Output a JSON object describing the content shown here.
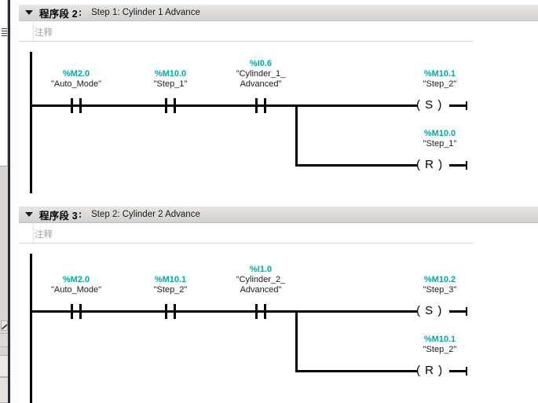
{
  "app": {
    "comment_placeholder": "注释",
    "accent_address_color": "#00a8a8",
    "header_bg_color": "#dddbd9"
  },
  "gutter": {
    "menu_icon": "hamburger-icon",
    "tool_icon": "diagonal-line-icon"
  },
  "networks": [
    {
      "id": "network-2",
      "label": "程序段 2",
      "colon": ":",
      "title": "Step 1: Cylinder 1 Advance",
      "comment": "注释",
      "toggle_icon": "chevron-down-icon",
      "contacts": [
        {
          "address": "%M2.0",
          "symbol": "\"Auto_Mode\"",
          "symbol2": "",
          "type": "NO"
        },
        {
          "address": "%M10.0",
          "symbol": "\"Step_1\"",
          "symbol2": "",
          "type": "NO"
        },
        {
          "address": "%I0.6",
          "symbol": "\"Cylinder_1_",
          "symbol2": "Advanced\"",
          "type": "NO"
        }
      ],
      "coils": [
        {
          "address": "%M10.1",
          "symbol": "\"Step_2\"",
          "type": "S",
          "glyph": "( S )"
        },
        {
          "address": "%M10.0",
          "symbol": "\"Step_1\"",
          "type": "R",
          "glyph": "( R )"
        }
      ]
    },
    {
      "id": "network-3",
      "label": "程序段 3",
      "colon": ":",
      "title": "Step 2: Cylinder 2 Advance",
      "comment": "注释",
      "toggle_icon": "chevron-down-icon",
      "contacts": [
        {
          "address": "%M2.0",
          "symbol": "\"Auto_Mode\"",
          "symbol2": "",
          "type": "NO"
        },
        {
          "address": "%M10.1",
          "symbol": "\"Step_2\"",
          "symbol2": "",
          "type": "NO"
        },
        {
          "address": "%I1.0",
          "symbol": "\"Cylinder_2_",
          "symbol2": "Advanced\"",
          "type": "NO"
        }
      ],
      "coils": [
        {
          "address": "%M10.2",
          "symbol": "\"Step_3\"",
          "type": "S",
          "glyph": "( S )"
        },
        {
          "address": "%M10.1",
          "symbol": "\"Step_2\"",
          "type": "R",
          "glyph": "( R )"
        }
      ]
    }
  ]
}
